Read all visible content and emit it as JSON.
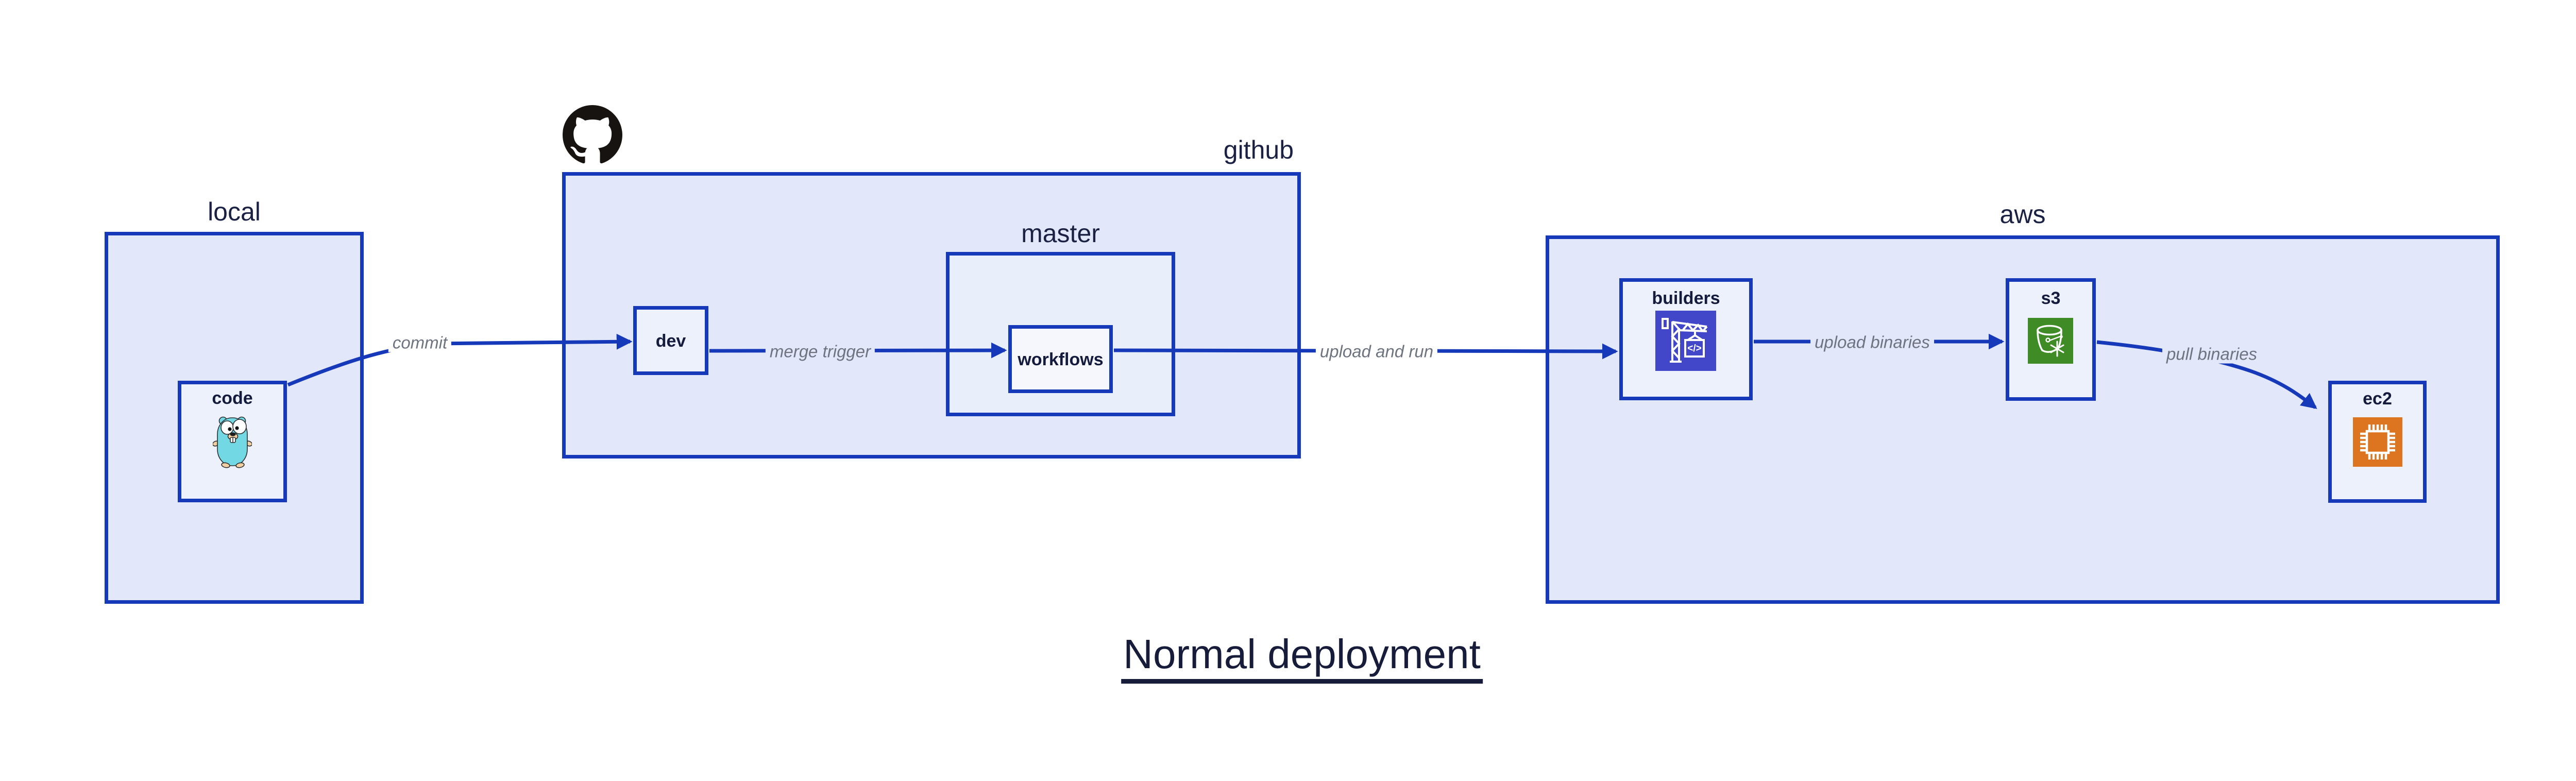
{
  "diagram": {
    "title": "Normal deployment",
    "groups": {
      "local": {
        "label": "local"
      },
      "github": {
        "label": "github"
      },
      "master": {
        "label": "master"
      },
      "aws": {
        "label": "aws"
      }
    },
    "nodes": {
      "code": {
        "label": "code",
        "icon": "go-gopher-icon"
      },
      "dev": {
        "label": "dev"
      },
      "workflows": {
        "label": "workflows"
      },
      "builders": {
        "label": "builders",
        "icon": "codebuild-crane-icon",
        "icon_color": "#4147c8"
      },
      "s3": {
        "label": "s3",
        "icon": "s3-glacier-bucket-icon",
        "icon_color": "#3f8b26"
      },
      "ec2": {
        "label": "ec2",
        "icon": "ec2-chip-icon",
        "icon_color": "#dd7520"
      }
    },
    "edges": {
      "commit": {
        "label": "commit"
      },
      "merge_trigger": {
        "label": "merge trigger"
      },
      "upload_and_run": {
        "label": "upload and run"
      },
      "upload_binaries": {
        "label": "upload binaries"
      },
      "pull_binaries": {
        "label": "pull binaries"
      }
    },
    "logo": {
      "name": "github-octocat-icon",
      "color": "#171310"
    },
    "colors": {
      "box_border": "#1539b8",
      "arrow": "#1539b8",
      "group_fill": "#e2e7fa",
      "node_fill": "#edf1fc",
      "inner_node_fill": "#f5f7fd",
      "edge_label_gray": "#6e7380",
      "text_navy": "#141b3c",
      "gopher_teal": "#72d8e4"
    }
  }
}
